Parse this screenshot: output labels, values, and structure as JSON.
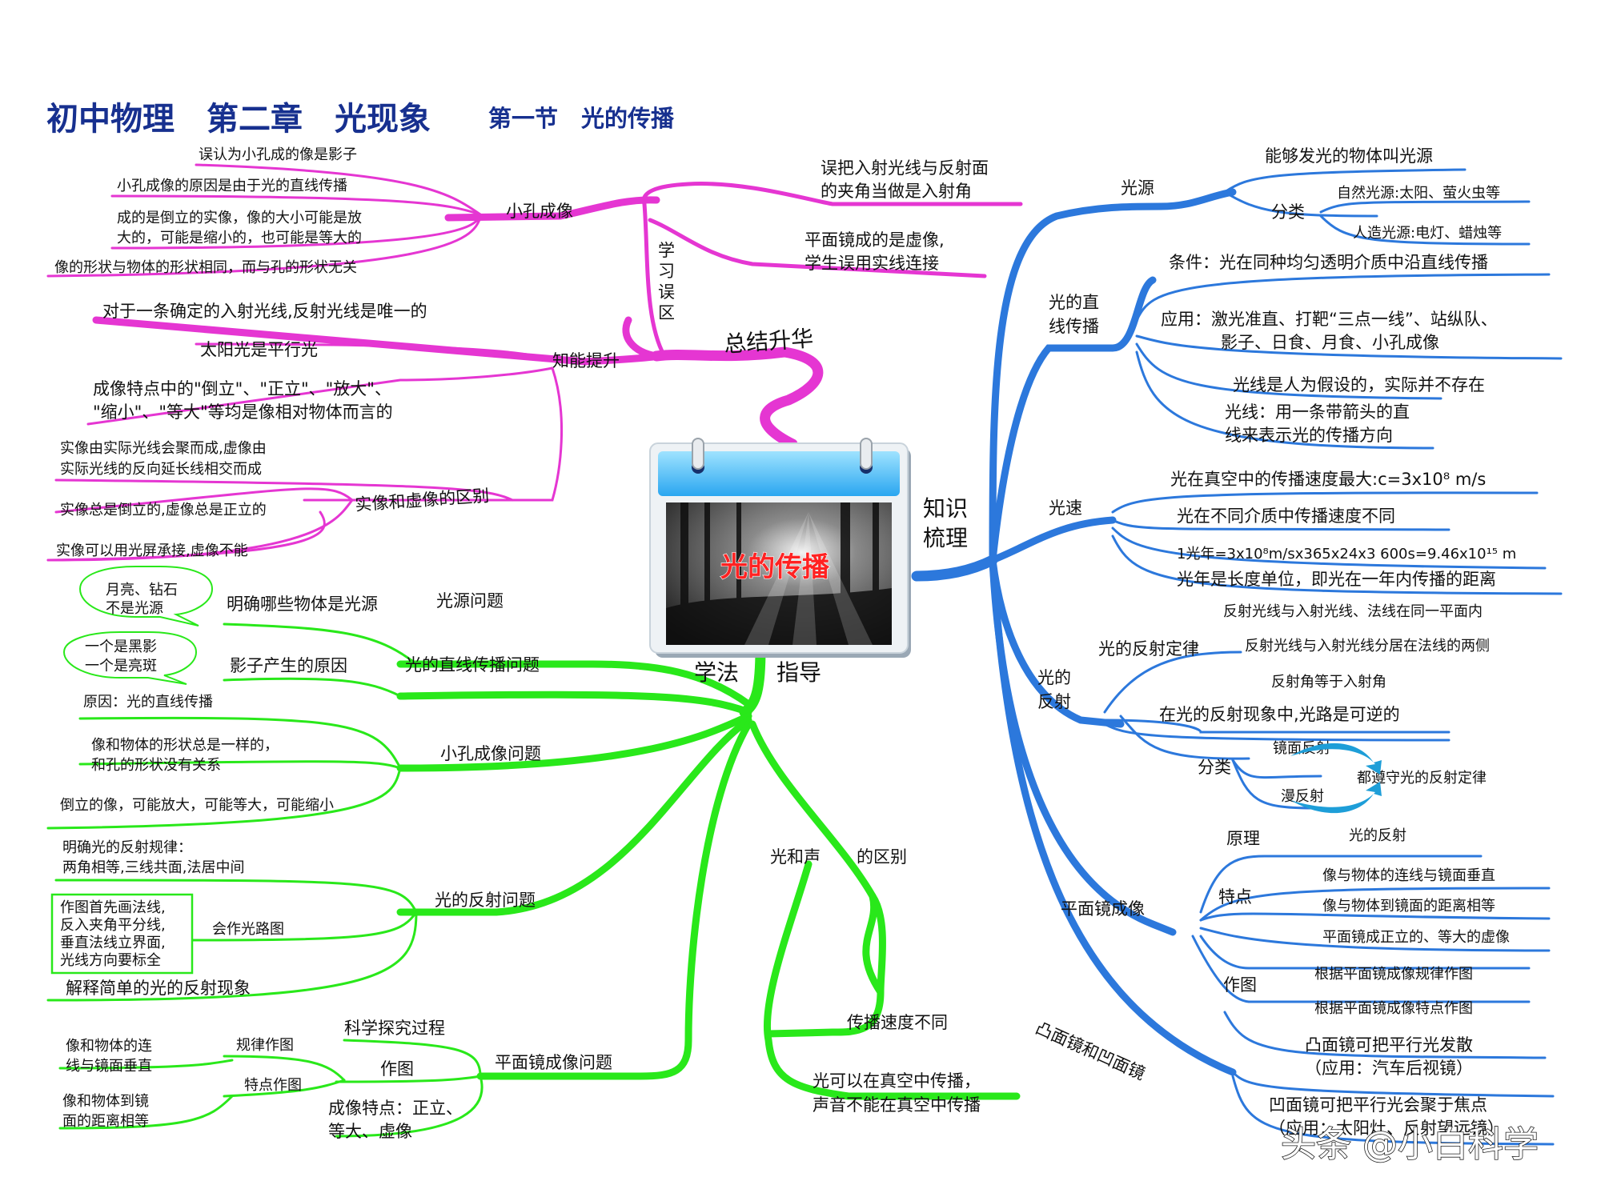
{
  "header": {
    "title": "初中物理　第二章　光现象",
    "subtitle": "第一节　光的传播"
  },
  "center": {
    "label": "光的传播"
  },
  "colors": {
    "pink": "#e536d2",
    "blue": "#2c78dc",
    "green": "#29e81a",
    "title": "#17308f",
    "center_text": "#ff2222"
  },
  "branches": {
    "summary": {
      "label": "总结升华",
      "mistakes": {
        "label_chars": [
          "学",
          "习",
          "误",
          "区"
        ],
        "pinhole": {
          "label": "小孔成像",
          "items": [
            "误认为小孔成的像是影子",
            "小孔成像的原因是由于光的直线传播",
            "成的是倒立的实像，像的大小可能是放",
            "大的，可能是缩小的，也可能是等大的",
            "像的形状与物体的形状相同，而与孔的形状无关"
          ]
        },
        "right_items": [
          "误把入射光线与反射面",
          "的夹角当做是入射角",
          "平面镜成的是虚像,",
          "学生误用实线连接"
        ]
      },
      "improve": {
        "label": "知能提升",
        "items": [
          "对于一条确定的入射光线,反射光线是唯一的",
          "太阳光是平行光",
          "成像特点中的\"倒立\"、\"正立\"、\"放大\"、",
          "\"缩小\"、\"等大\"等均是像相对物体而言的"
        ],
        "real_virtual": {
          "label": "实像和虚像的区别",
          "items": [
            "实像由实际光线会聚而成,虚像由",
            "实际光线的反向延长线相交而成",
            "实像总是倒立的,虚像总是正立的",
            "实像可以用光屏承接,虚像不能"
          ]
        }
      }
    },
    "knowledge": {
      "label_lines": [
        "知识",
        "梳理"
      ],
      "source": {
        "label": "光源",
        "definition": "能够发光的物体叫光源",
        "classify_label": "分类",
        "natural": "自然光源:太阳、萤火虫等",
        "artificial": "人造光源:电灯、蜡烛等"
      },
      "straight": {
        "label_lines": [
          "光的直",
          "线传播"
        ],
        "condition": "条件：光在同种均匀透明介质中沿直线传播",
        "application": [
          "应用：激光准直、打靶“三点一线”、站纵队、",
          "影子、日食、月食、小孔成像"
        ],
        "ray_note": "光线是人为假设的，实际并不存在",
        "ray_def": [
          "光线：用一条带箭头的直",
          "线来表示光的传播方向"
        ]
      },
      "speed": {
        "label": "光速",
        "max": "光在真空中的传播速度最大:c=3x10⁸ m/s",
        "different": "光在不同介质中传播速度不同",
        "lightyear": "1光年=3x10⁸m/sx365x24x3 600s=9.46x10¹⁵ m",
        "lightyear_def": "光年是长度单位，即光在一年内传播的距离"
      },
      "reflection": {
        "label_lines": [
          "光的",
          "反射"
        ],
        "law_label": "光的反射定律",
        "law_items": [
          "反射光线与入射光线、法线在同一平面内",
          "反射光线与入射光线分居在法线的两侧",
          "反射角等于入射角"
        ],
        "reversible": "在光的反射现象中,光路是可逆的",
        "classify_label": "分类",
        "mirror": "镜面反射",
        "diffuse": "漫反射",
        "obey": "都遵守光的反射定律"
      },
      "plane_mirror": {
        "label": "平面镜成像",
        "principle_label": "原理",
        "principle": "光的反射",
        "features_label": "特点",
        "features": [
          "像与物体的连线与镜面垂直",
          "像与物体到镜面的距离相等",
          "平面镜成正立的、等大的虚像"
        ],
        "drawing_label": "作图",
        "drawing": [
          "根据平面镜成像规律作图",
          "根据平面镜成像特点作图"
        ]
      },
      "curved": {
        "label": "凸面镜和凹面镜",
        "convex": [
          "凸面镜可把平行光发散",
          "（应用：汽车后视镜）"
        ],
        "concave": [
          "凹面镜可把平行光会聚于焦点",
          "（应用：太阳灶、反射望远镜）"
        ]
      }
    },
    "method": {
      "label_left": "学法",
      "label_right": "指导",
      "source_q": {
        "label": "光源问题",
        "item": "明确哪些物体是光源",
        "bubble": [
          "月亮、钻石",
          "不是光源"
        ]
      },
      "straight_q": {
        "label": "光的直线传播问题",
        "item": "影子产生的原因",
        "bubble": [
          "一个是黑影",
          "一个是亮斑"
        ]
      },
      "pinhole_q": {
        "label": "小孔成像问题",
        "items": [
          "原因：光的直线传播",
          "像和物体的形状总是一样的，",
          "和孔的形状没有关系",
          "倒立的像，可能放大，可能等大，可能缩小"
        ]
      },
      "reflection_q": {
        "label": "光的反射问题",
        "law": [
          "明确光的反射规律：",
          "两角相等,三线共面,法居中间"
        ],
        "draw": "会作光路图",
        "box": [
          "作图首先画法线,",
          "反入夹角平分线,",
          "垂直法线立界面,",
          "光线方向要标全"
        ],
        "explain": "解释简单的光的反射现象"
      },
      "plane_q": {
        "label": "平面镜成像问题",
        "inquiry": "科学探究过程",
        "drawing": "作图",
        "rule_draw": "规律作图",
        "feature_draw": "特点作图",
        "rule_note": [
          "像和物体的连",
          "线与镜面垂直"
        ],
        "feature_note": [
          "像和物体到镜",
          "面的距离相等"
        ],
        "features": [
          "成像特点：正立、",
          "等大、虚像"
        ]
      },
      "sound": {
        "label_left": "光和声",
        "label_right": "的区别",
        "speed": "传播速度不同",
        "vacuum": [
          "光可以在真空中传播，",
          "声音不能在真空中传播"
        ]
      }
    }
  },
  "watermark": "头条 @小白科学"
}
